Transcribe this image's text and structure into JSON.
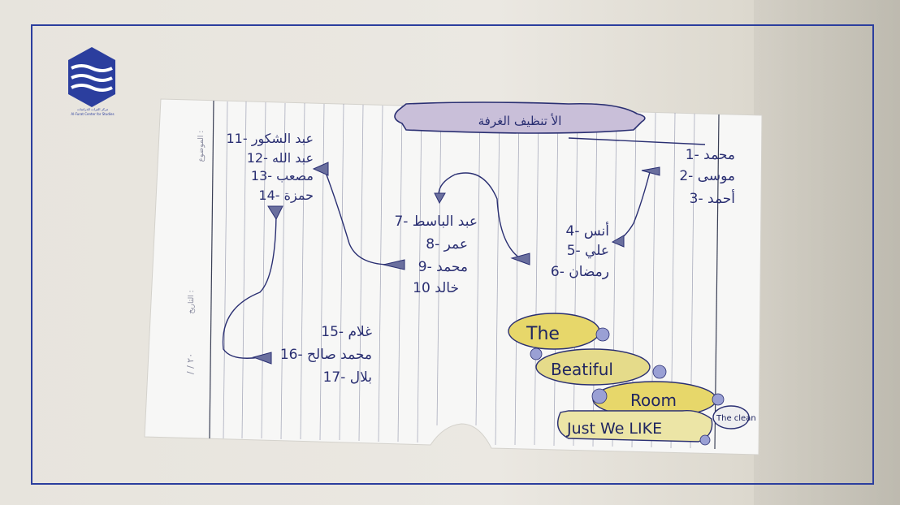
{
  "logo": {
    "name": "مركز الفرات للدراسات",
    "subtitle": "Al-Furat Center for Studies",
    "brand_color": "#2b3e9e"
  },
  "note": {
    "title": "الأ تنظيف الغرفة",
    "list_right": [
      "1- محمد",
      "2- موسى",
      "3- أحمد"
    ],
    "list_mid_right": [
      "4- أنس",
      "5- علي",
      "6- رمضان"
    ],
    "list_mid": [
      "7- عبد الباسط",
      "8- عمر",
      "9- محمد",
      "10 خالد"
    ],
    "list_left": [
      "11- عبد الشكور",
      "12- عبد الله",
      "13- مصعب",
      "14- حمزة"
    ],
    "list_bottom": [
      "15- غلام",
      "16- محمد صالح",
      "17- بلال"
    ],
    "margin_label_top": "الموضوع :",
    "margin_label_date": "التاريخ :",
    "margin_date_value": "/ / ٢٠",
    "slogan": [
      "The",
      "Beatiful",
      "Room",
      "Just We LIKE",
      "The clean"
    ],
    "ink_color": "#2a2f72",
    "highlight_color": "#e7d76a"
  }
}
